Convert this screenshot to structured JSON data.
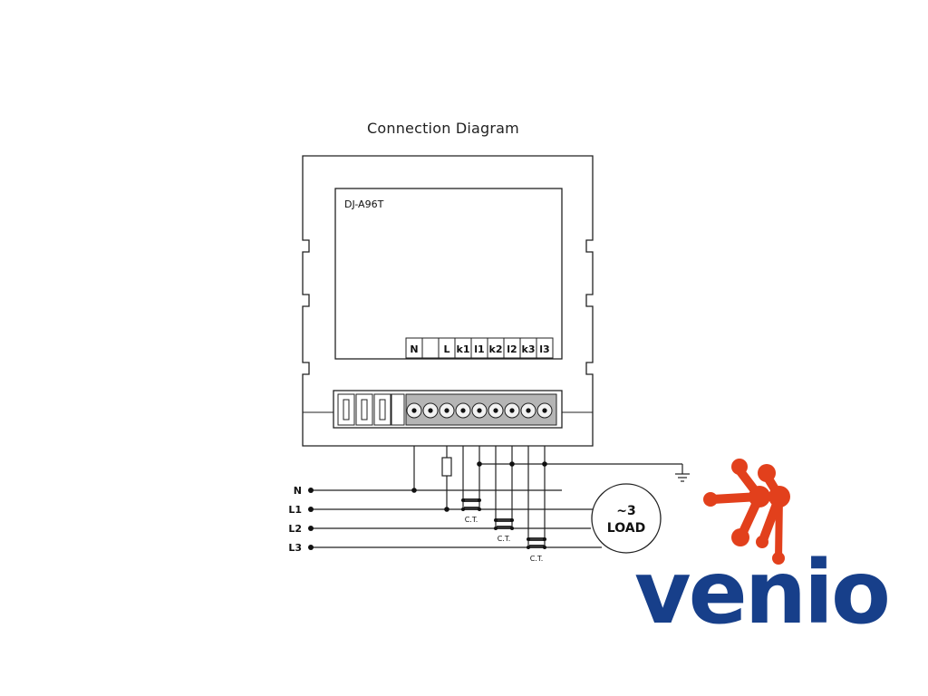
{
  "title": "Connection Diagram",
  "device": {
    "model": "DJ-A96T",
    "terminals": [
      "N",
      "",
      "L",
      "k1",
      "l1",
      "k2",
      "l2",
      "k3",
      "l3"
    ]
  },
  "lines": [
    "N",
    "L1",
    "L2",
    "L3"
  ],
  "ct_label": "C.T.",
  "load": {
    "line1": "~3",
    "line2": "LOAD"
  },
  "logo": {
    "text": "venio",
    "colors": {
      "text": "#173f8a",
      "mark": "#e2401c"
    }
  }
}
